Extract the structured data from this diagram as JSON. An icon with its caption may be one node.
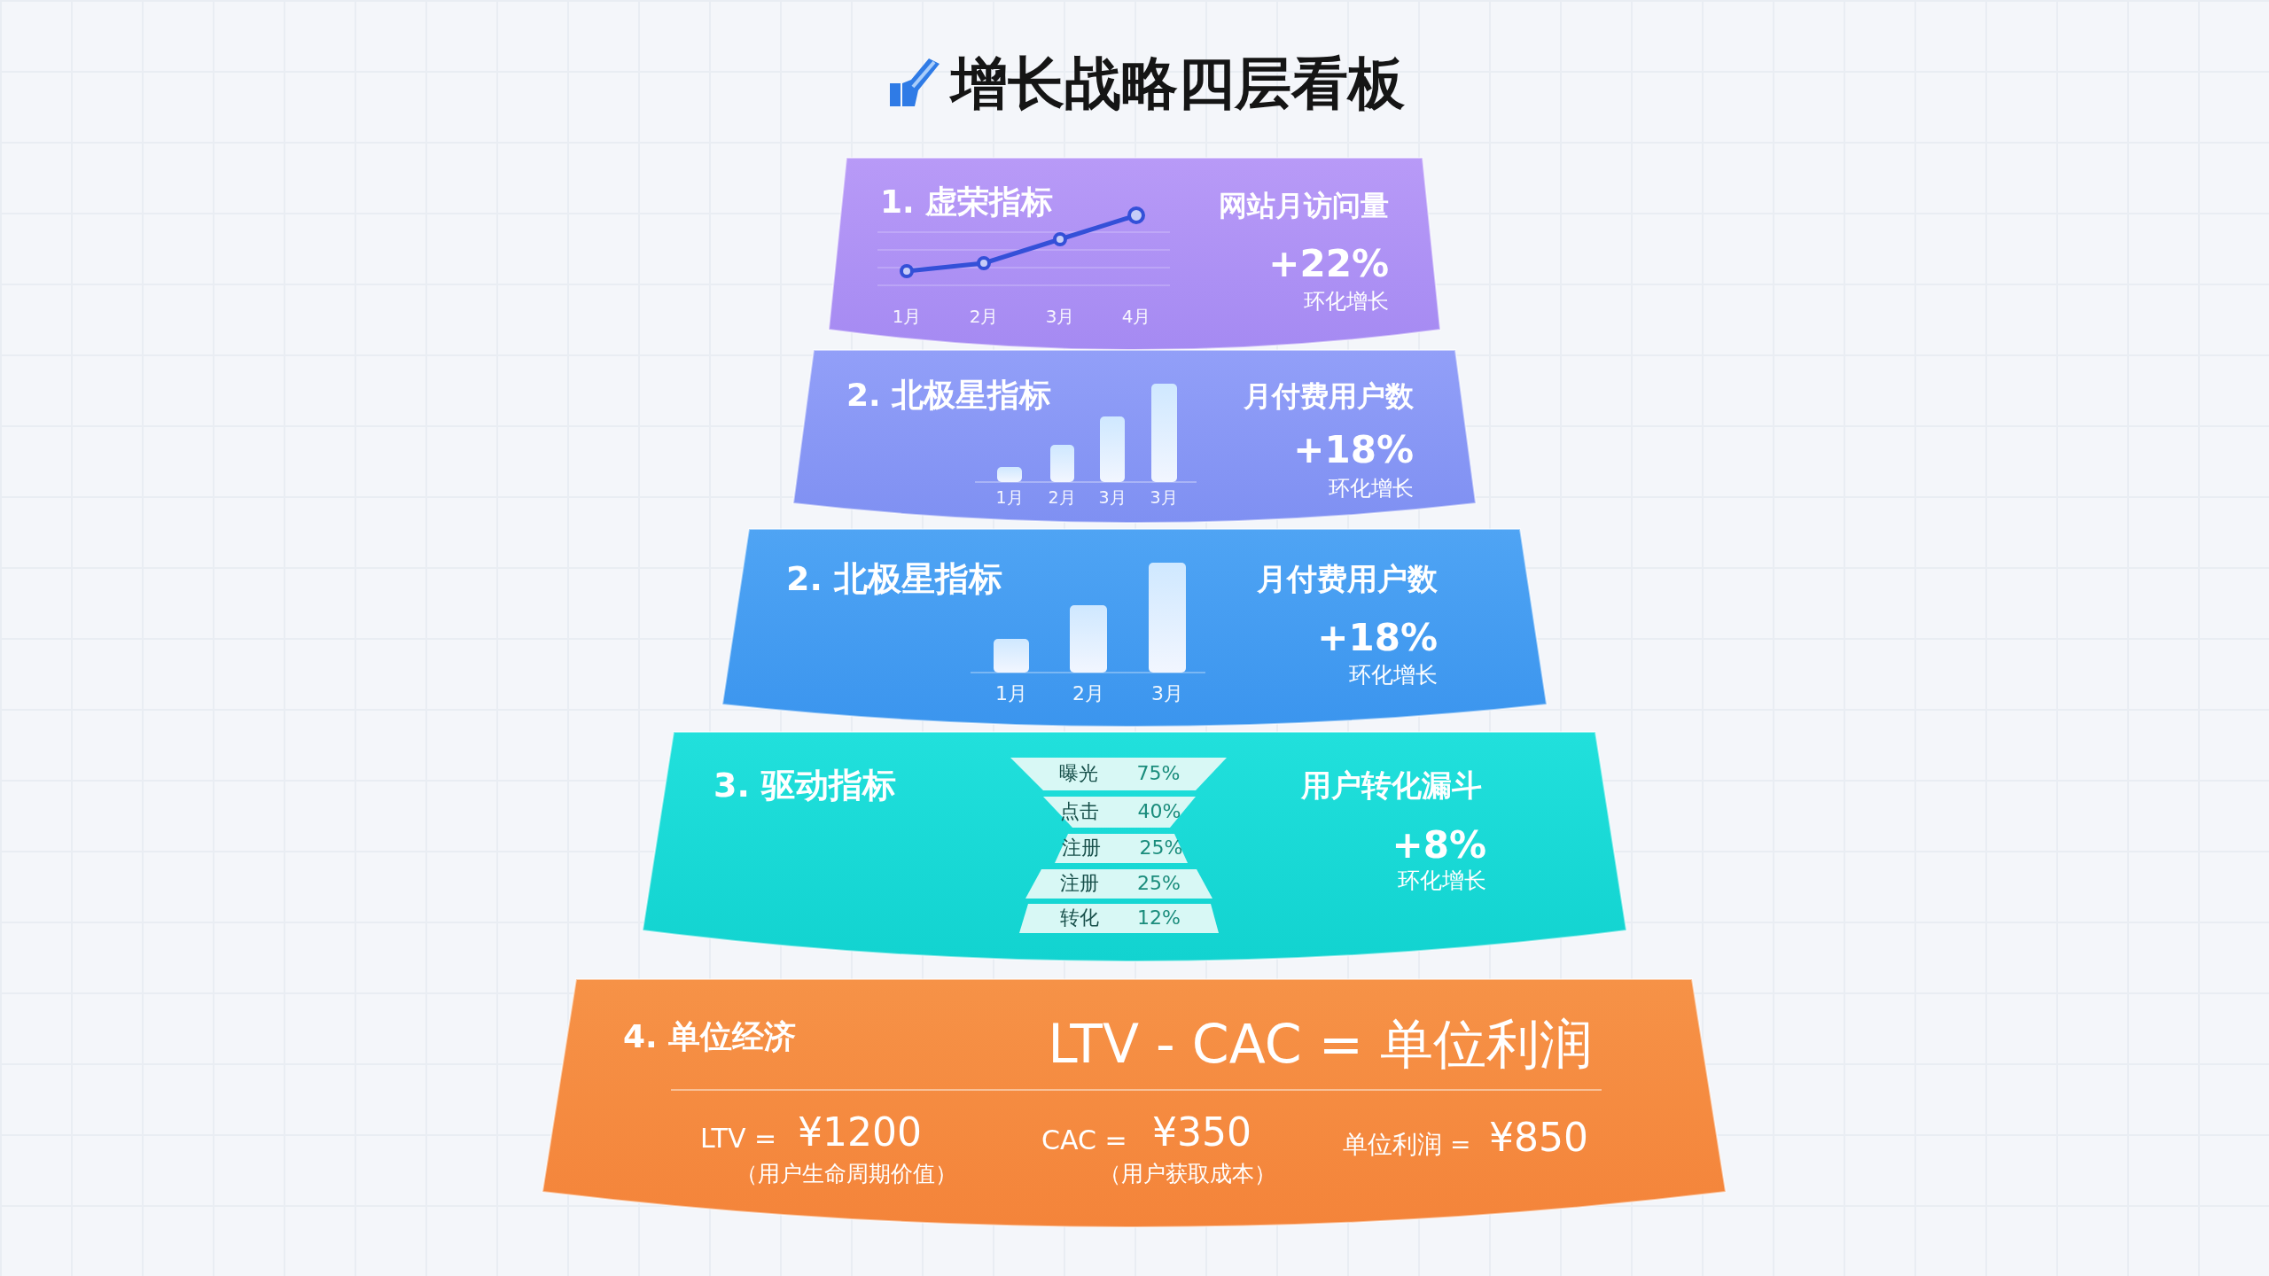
{
  "diagram": {
    "title": "增长战略四层看板",
    "nodes": [
      {
        "text": [
          "1. 虚荣指标",
          "网站月访问量",
          "+22%",
          "环化增长",
          "1月",
          "2月",
          "3月",
          "4月"
        ]
      },
      {
        "text": [
          "2. 北极星指标",
          "月付费用户数",
          "+18%",
          "环化增长",
          "1月",
          "2月",
          "3月",
          "3月"
        ]
      },
      {
        "text": [
          "2. 北极星指标",
          "月付费用户数",
          "+18%",
          "环化增长",
          "1月",
          "2月",
          "3月"
        ]
      },
      {
        "text": [
          "3. 驱动指标",
          "用户转化漏斗",
          "+8%",
          "环化增长"
        ]
      },
      {
        "text": [
          "曝光",
          "75%"
        ],
        "in": 3
      },
      {
        "text": [
          "点击",
          "40%"
        ],
        "in": 3
      },
      {
        "text": [
          "注册",
          "25%"
        ],
        "in": 3
      },
      {
        "text": [
          "注册",
          "25%"
        ],
        "in": 3
      },
      {
        "text": [
          "转化",
          "12%"
        ],
        "in": 3
      },
      {
        "text": [
          "4. 单位经济",
          "LTV - CAC = 单位利润",
          "LTV =",
          "¥1200",
          "（用户生命周期价值）",
          "CAC =",
          "¥350",
          "（用户获取成本）",
          "单位利润 =",
          "¥850"
        ]
      }
    ]
  }
}
